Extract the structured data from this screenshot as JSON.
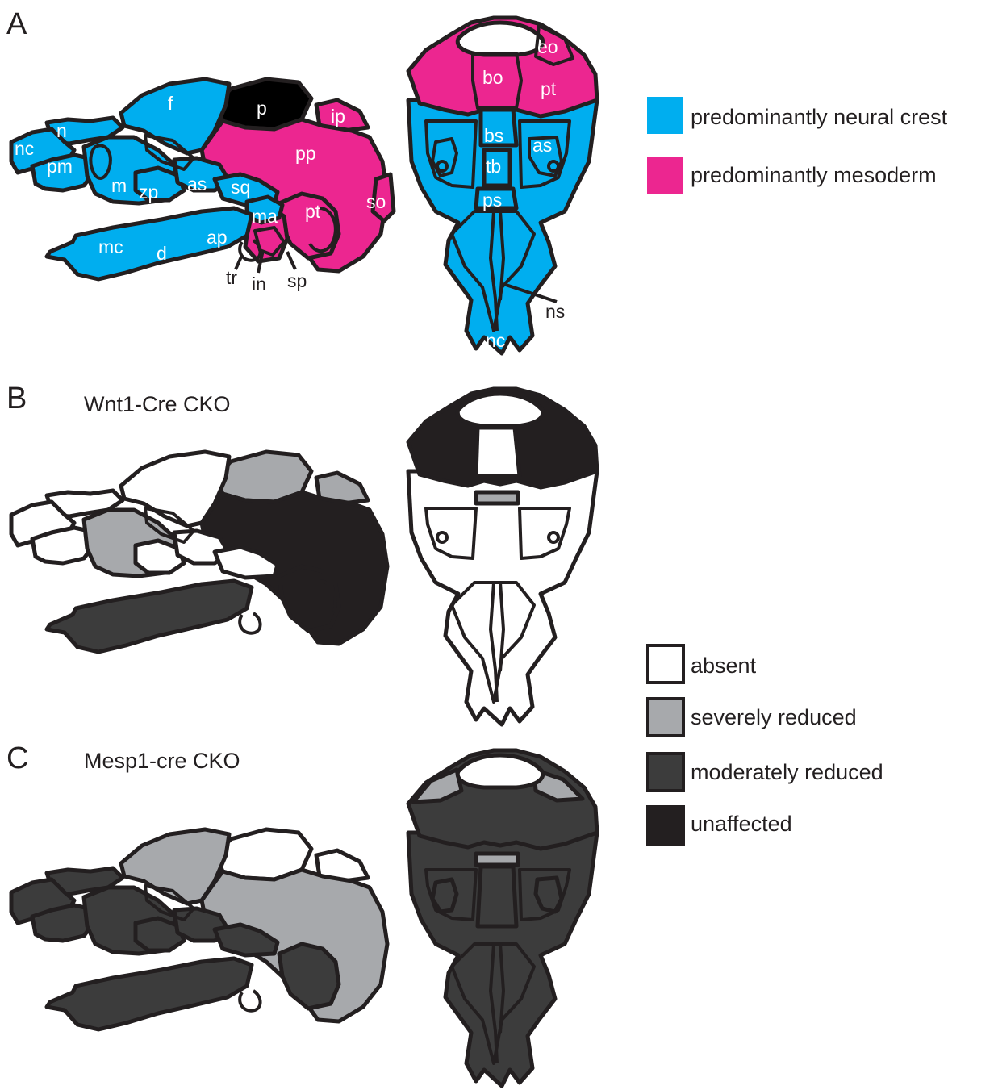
{
  "colors": {
    "neural_crest": "#00aeef",
    "mesoderm": "#ec2690",
    "absent": "#ffffff",
    "severely_reduced": "#a7a9ac",
    "moderately_reduced": "#3c3c3c",
    "unaffected": "#231f20",
    "outline": "#231f20"
  },
  "panels": {
    "a": {
      "letter": "A"
    },
    "b": {
      "letter": "B",
      "title": "Wnt1-Cre CKO"
    },
    "c": {
      "letter": "C",
      "title": "Mesp1-cre CKO"
    }
  },
  "lateral_labels": {
    "nc": "nc",
    "n": "n",
    "pm": "pm",
    "m": "m",
    "zp": "zp",
    "as": "as",
    "sq": "sq",
    "f": "f",
    "p": "p",
    "ip": "ip",
    "pp": "pp",
    "so": "so",
    "ma": "ma",
    "pt": "pt",
    "mc": "mc",
    "d": "d",
    "ap": "ap",
    "tr": "tr",
    "in": "in",
    "sp": "sp"
  },
  "ventral_labels": {
    "eo": "eo",
    "bo": "bo",
    "pt": "pt",
    "bs": "bs",
    "as": "as",
    "tb": "tb",
    "ps": "ps",
    "ns": "ns",
    "nc": "nc"
  },
  "legend_origin": [
    {
      "key": "neural_crest",
      "label": "predominantly neural crest"
    },
    {
      "key": "mesoderm",
      "label": "predominantly mesoderm"
    }
  ],
  "legend_phenotype": [
    {
      "key": "absent",
      "label": "absent"
    },
    {
      "key": "severely_reduced",
      "label": "severely reduced"
    },
    {
      "key": "moderately_reduced",
      "label": "moderately reduced"
    },
    {
      "key": "unaffected",
      "label": "unaffected"
    }
  ]
}
